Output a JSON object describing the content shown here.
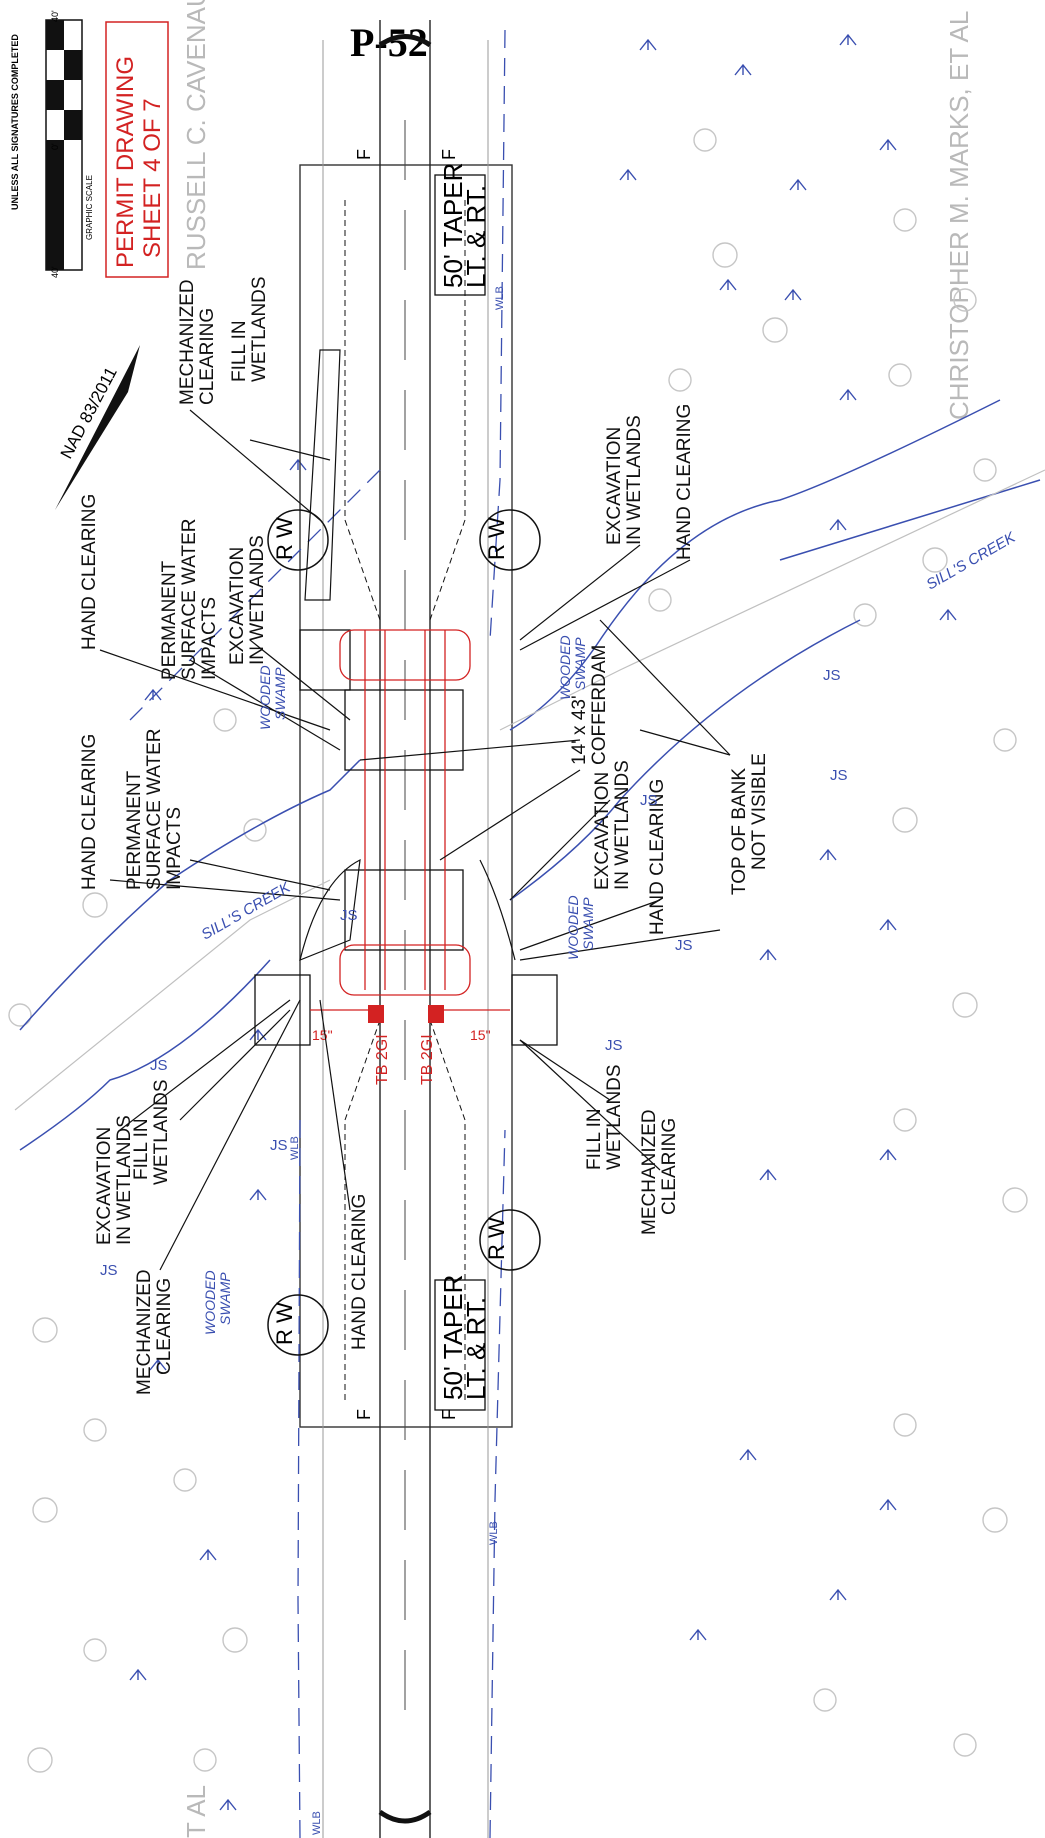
{
  "sheet": {
    "project_id": "P-52",
    "title_block": {
      "line1": "PERMIT DRAWING",
      "line2": "SHEET 4 OF 7",
      "scale_label": "GRAPHIC SCALE",
      "scale_ticks": [
        "40'",
        "0'",
        "40'"
      ],
      "note_line1": "UNLESS ALL SIGNATURES COMPLETED"
    },
    "owners": [
      "RUSSELL C. CAVENAUGH",
      "CHRISTOPHER M. MARKS, ET AL",
      "T AL"
    ],
    "north_arrow": "NAD 83/2011"
  },
  "labels": {
    "hand_clearing": "HAND CLEARING",
    "mechanized_clearing": [
      "MECHANIZED",
      "CLEARING"
    ],
    "fill_in_wetlands": [
      "FILL IN",
      "WETLANDS"
    ],
    "excavation_in_wetlands": [
      "EXCAVATION",
      "IN WETLANDS"
    ],
    "permanent_surface_water": [
      "PERMANENT",
      "SURFACE WATER",
      "IMPACTS"
    ],
    "cofferdam": [
      "14' x 43'",
      "COFFERDAM"
    ],
    "top_of_bank": [
      "TOP OF BANK",
      "NOT VISIBLE"
    ],
    "taper": [
      "50' TAPER",
      "LT. & RT."
    ],
    "creek": "SILL'S CREEK",
    "wooded_swamp": [
      "WOODED",
      "SWAMP"
    ],
    "js": "JS",
    "wlb": "WLB",
    "rw": "R W",
    "tb": "TB 2GI",
    "pipe": "15\"",
    "f": "F"
  },
  "colors": {
    "ink": "#111111",
    "blue": "#3a4fb0",
    "red": "#d32222",
    "grey": "#b9b9b9"
  }
}
